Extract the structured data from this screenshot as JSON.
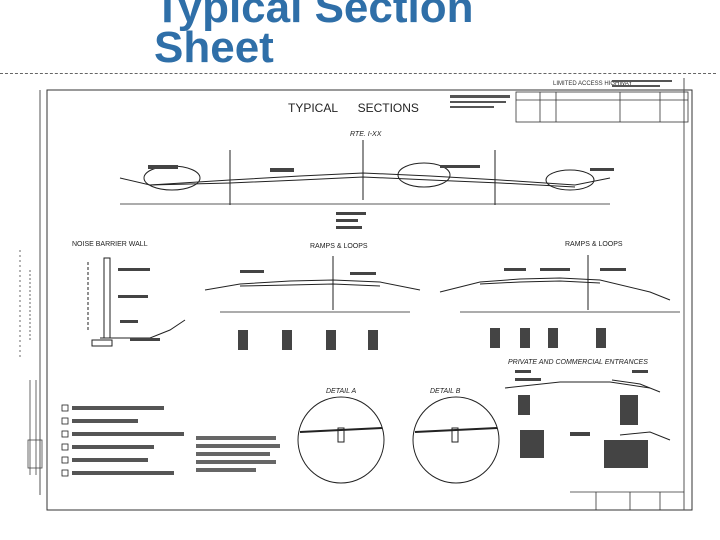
{
  "slide": {
    "title": "Typical Section Sheet"
  },
  "sheet": {
    "main_title": "TYPICAL      SECTIONS",
    "top_right_label": "LIMITED ACCESS HIGHWAY",
    "sections": {
      "rte": "RTE. I-XX",
      "noise_wall": "NOISE BARRIER WALL",
      "ramps_loops_1": "RAMPS & LOOPS",
      "ramps_loops_2": "RAMPS & LOOPS",
      "private": "PRIVATE AND COMMERCIAL ENTRANCES",
      "detail_a": "DETAIL A",
      "detail_b": "DETAIL B"
    }
  }
}
